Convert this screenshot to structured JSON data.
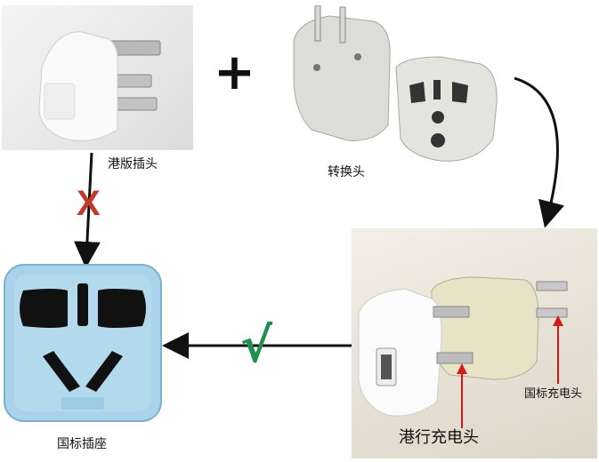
{
  "labels": {
    "hk_plug": "港版插头",
    "adapter": "转换头",
    "intl_socket": "国标插座",
    "hk_charger": "港行充电头",
    "intl_charger": "国标充电头"
  },
  "symbols": {
    "plus": "+",
    "cross": "X",
    "check": "√"
  },
  "colors": {
    "cross": "#c0392b",
    "check": "#1e8f4e",
    "arrow": "#111111",
    "pointer": "#d11a1a",
    "socket": "#a9d3ea"
  }
}
